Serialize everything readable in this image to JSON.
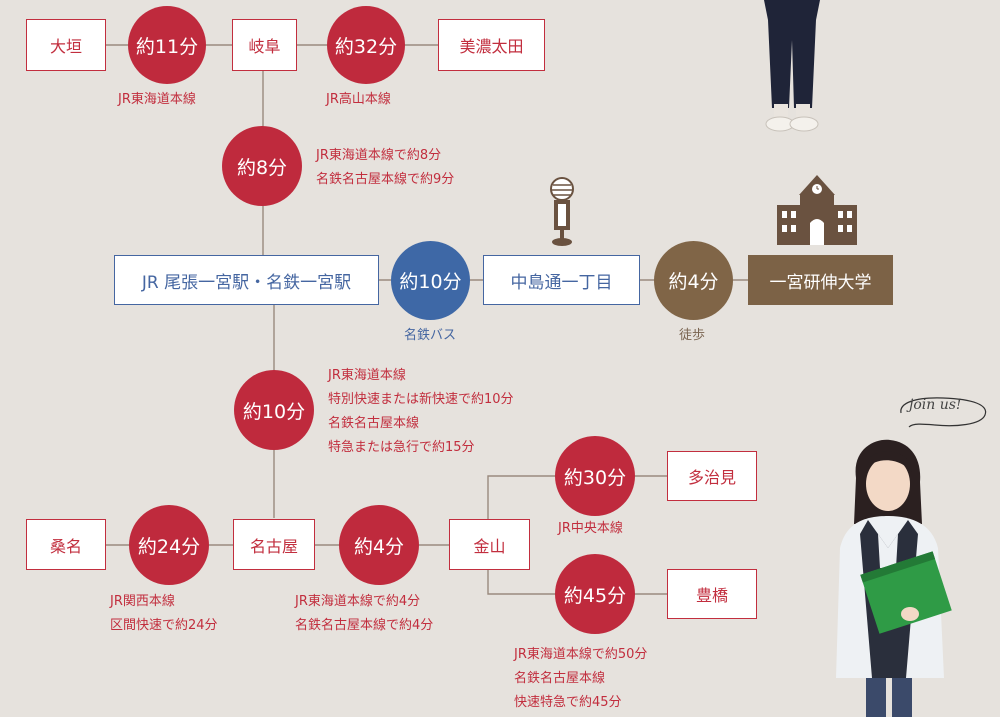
{
  "stations": {
    "ogaki": "大垣",
    "gifu": "岐阜",
    "minoota": "美濃太田",
    "ichinomiya": "JR 尾張一宮駅・名鉄一宮駅",
    "nakajima": "中島通一丁目",
    "university": "一宮研伸大学",
    "kuwana": "桑名",
    "nagoya": "名古屋",
    "kanayama": "金山",
    "tajimi": "多治見",
    "toyohashi": "豊橋"
  },
  "times": {
    "ogaki_gifu": "約11分",
    "gifu_minoota": "約32分",
    "gifu_ichinomiya": "約8分",
    "ichinomiya_nakajima": "約10分",
    "nakajima_university": "約4分",
    "ichinomiya_nagoya": "約10分",
    "kuwana_nagoya": "約24分",
    "nagoya_kanayama": "約4分",
    "kanayama_tajimi": "約30分",
    "kanayama_toyohashi": "約45分"
  },
  "notes": {
    "ogaki_gifu": [
      "JR東海道本線"
    ],
    "gifu_minoota": [
      "JR高山本線"
    ],
    "gifu_ichinomiya": [
      "JR東海道本線で約8分",
      "名鉄名古屋本線で約9分"
    ],
    "ichinomiya_nakajima": [
      "名鉄バス"
    ],
    "nakajima_university": [
      "徒歩"
    ],
    "ichinomiya_nagoya": [
      "JR東海道本線",
      "特別快速または新快速で約10分",
      "名鉄名古屋本線",
      "特急または急行で約15分"
    ],
    "kuwana_nagoya": [
      "JR関西本線",
      "区間快速で約24分"
    ],
    "nagoya_kanayama": [
      "JR東海道本線で約4分",
      "名鉄名古屋本線で約4分"
    ],
    "kanayama_tajimi": [
      "JR中央本線"
    ],
    "kanayama_toyohashi": [
      "JR東海道本線で約50分",
      "名鉄名古屋本線",
      "快速特急で約45分"
    ]
  },
  "decor": {
    "speech_bubble": "join us!"
  },
  "colors": {
    "background": "#e6e2dd",
    "red": "#bf2a3d",
    "blue": "#3e68a6",
    "brown": "#806547"
  }
}
